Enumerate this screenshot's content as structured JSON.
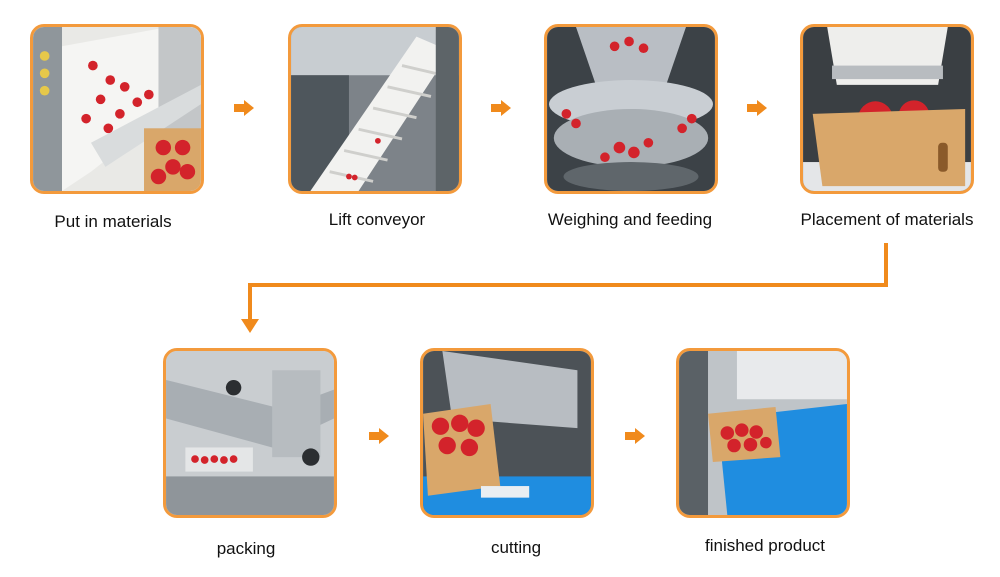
{
  "steps": [
    {
      "label": "Put in materials",
      "icon": "material-loading-photo"
    },
    {
      "label": "Lift conveyor",
      "icon": "conveyor-photo"
    },
    {
      "label": "Weighing and feeding",
      "icon": "weigher-photo"
    },
    {
      "label": "Placement of materials",
      "icon": "tray-placement-photo"
    },
    {
      "label": "packing",
      "icon": "packing-machine-photo"
    },
    {
      "label": "cutting",
      "icon": "cutting-machine-photo"
    },
    {
      "label": "finished product",
      "icon": "finished-product-photo"
    }
  ],
  "colors": {
    "accent": "#f39a3c",
    "arrow": "#f08a1c",
    "tomato": "#d3232b",
    "belt_blue": "#1f8de0",
    "steel": "#b9bec4",
    "cardboard": "#d9a76a"
  }
}
